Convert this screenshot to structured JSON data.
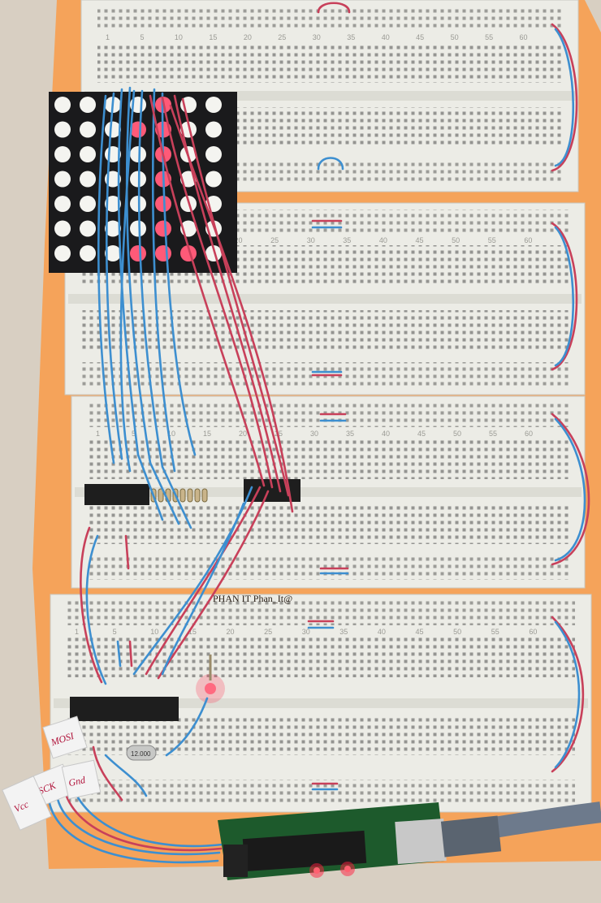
{
  "photo": {
    "colors": {
      "background": "#d8cfc2",
      "paper": "#f6a85a",
      "breadboard": "#ecece6",
      "hole": "#4a4a4a",
      "wire_blue": "#3d8fd0",
      "wire_red": "#c8405a",
      "led_off": "#f4f4f0",
      "led_on": "#ff5a78",
      "chip": "#1e1e1e",
      "pcb": "#1d5a2c"
    },
    "matrix_lit": [
      [
        0,
        4
      ],
      [
        1,
        3
      ],
      [
        1,
        4
      ],
      [
        2,
        4
      ],
      [
        3,
        4
      ],
      [
        4,
        4
      ],
      [
        5,
        4
      ],
      [
        6,
        3
      ],
      [
        6,
        4
      ],
      [
        6,
        5
      ]
    ],
    "paper_label": "PHAN IT   Phan_It@",
    "crystal_label": "12.000",
    "breadboard_numbers": [
      "1",
      "5",
      "10",
      "15",
      "20",
      "25",
      "30",
      "35",
      "40",
      "45",
      "50",
      "55",
      "60"
    ],
    "flags": [
      {
        "text": "MOSI",
        "icon": "paper-flag-icon"
      },
      {
        "text": "SCK",
        "icon": "paper-flag-icon"
      },
      {
        "text": "Gnd",
        "icon": "paper-flag-icon"
      },
      {
        "text": "Vcc",
        "icon": "paper-flag-icon"
      }
    ]
  }
}
